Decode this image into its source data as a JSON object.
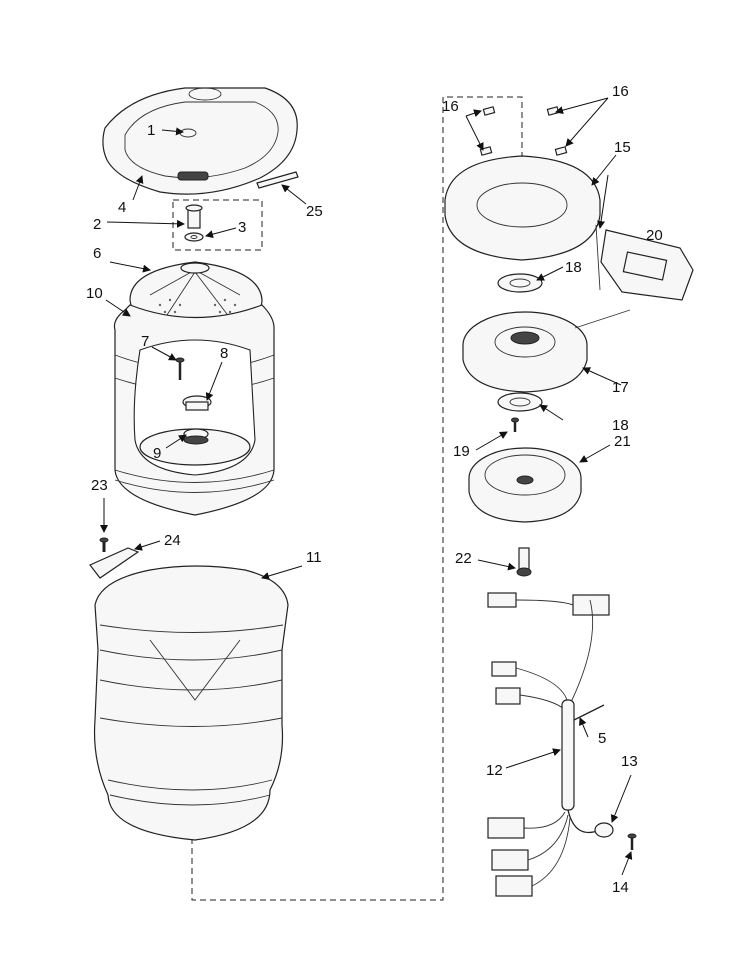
{
  "callouts": [
    {
      "id": "c1",
      "text": "1"
    },
    {
      "id": "c2",
      "text": "2"
    },
    {
      "id": "c3",
      "text": "3"
    },
    {
      "id": "c4",
      "text": "4"
    },
    {
      "id": "c5",
      "text": "5"
    },
    {
      "id": "c6",
      "text": "6"
    },
    {
      "id": "c7",
      "text": "7"
    },
    {
      "id": "c8",
      "text": "8"
    },
    {
      "id": "c9",
      "text": "9"
    },
    {
      "id": "c10",
      "text": "10"
    },
    {
      "id": "c11",
      "text": "11"
    },
    {
      "id": "c12",
      "text": "12"
    },
    {
      "id": "c13",
      "text": "13"
    },
    {
      "id": "c14",
      "text": "14"
    },
    {
      "id": "c15",
      "text": "15"
    },
    {
      "id": "c16a",
      "text": "16"
    },
    {
      "id": "c16b",
      "text": "16"
    },
    {
      "id": "c17",
      "text": "17"
    },
    {
      "id": "c18a",
      "text": "18"
    },
    {
      "id": "c18b",
      "text": "18"
    },
    {
      "id": "c19",
      "text": "19"
    },
    {
      "id": "c20",
      "text": "20"
    },
    {
      "id": "c21",
      "text": "21"
    },
    {
      "id": "c22",
      "text": "22"
    },
    {
      "id": "c23",
      "text": "23"
    },
    {
      "id": "c24",
      "text": "24"
    },
    {
      "id": "c25",
      "text": "25"
    }
  ]
}
